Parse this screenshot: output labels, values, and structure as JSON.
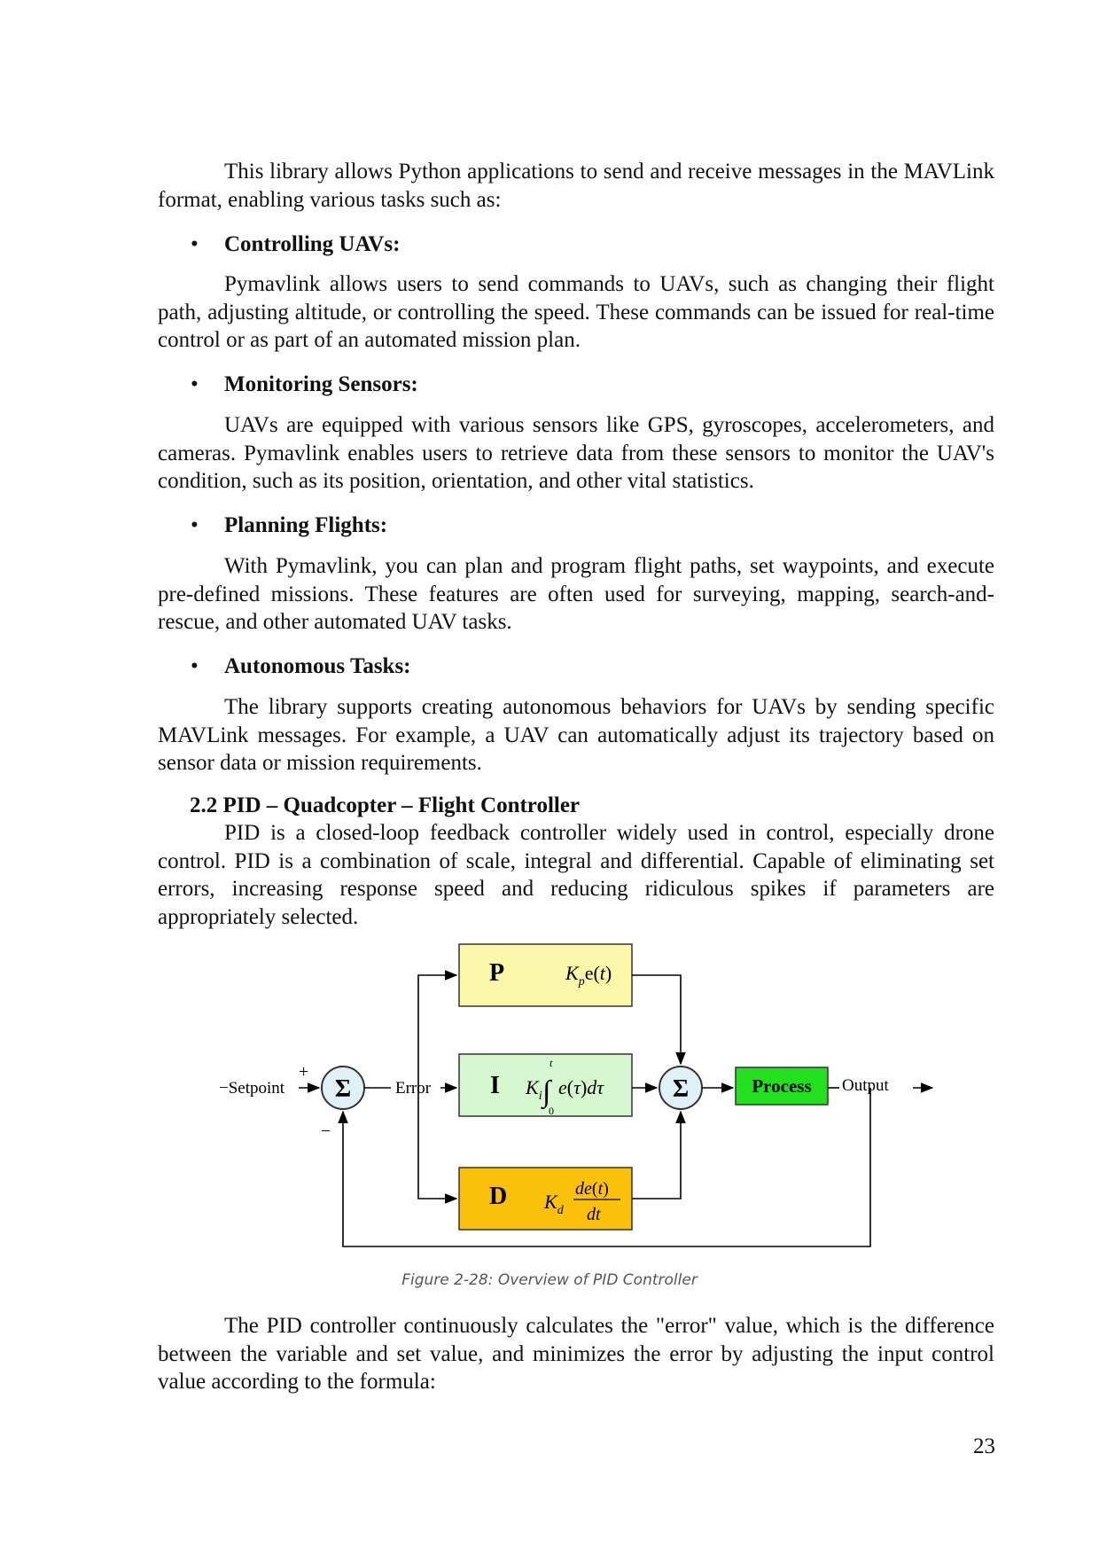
{
  "paragraphs": {
    "intro": "This library allows Python applications to send and receive messages in the MAVLink format, enabling various tasks such as:",
    "controlling": "Pymavlink allows users to send commands to UAVs, such as changing their flight path, adjusting altitude, or controlling the speed. These commands can be issued for real-time control or as part of an automated mission plan.",
    "monitoring": "UAVs are equipped with various sensors like GPS, gyroscopes, accelerometers, and cameras. Pymavlink enables users to retrieve data from these sensors to monitor the UAV's condition, such as its position, orientation, and other vital statistics.",
    "planning": "With Pymavlink, you can plan and program flight paths, set waypoints, and execute pre-defined missions. These features are often used for surveying, mapping, search-and-rescue, and other automated UAV tasks.",
    "autonomous": "The library supports creating autonomous behaviors for UAVs by sending specific MAVLink messages. For example, a UAV can automatically adjust its trajectory based on sensor data or mission requirements.",
    "pid_intro": "PID is a closed-loop feedback controller widely used in control, especially drone control. PID is a combination of scale, integral and differential. Capable of eliminating set errors, increasing response speed and reducing ridiculous spikes if parameters are appropriately selected.",
    "pid_formula": "The PID controller continuously calculates the \"error\" value, which is the difference between the variable and set value, and minimizes the error by adjusting the input control value according to the formula:"
  },
  "bullets": {
    "b1": "Controlling UAVs:",
    "b2": "Monitoring Sensors:",
    "b3": "Planning Flights:",
    "b4": "Autonomous Tasks:"
  },
  "bullet_symbol": "•",
  "section_heading": "2.2 PID – Quadcopter – Flight Controller",
  "diagram": {
    "setpoint": "−Setpoint",
    "plus": "+",
    "minus": "−",
    "sigma": "Σ",
    "error": "Error",
    "p_letter": "P",
    "i_letter": "I",
    "d_letter": "D",
    "process": "Process",
    "output": "Output",
    "colors": {
      "p": "#fbf7a8",
      "i": "#d6f7cf",
      "d": "#fbc10a",
      "process": "#22e01e",
      "sum": "#dff0f6"
    }
  },
  "caption": "Figure 2-28: Overview of PID Controller",
  "page_number": "23"
}
